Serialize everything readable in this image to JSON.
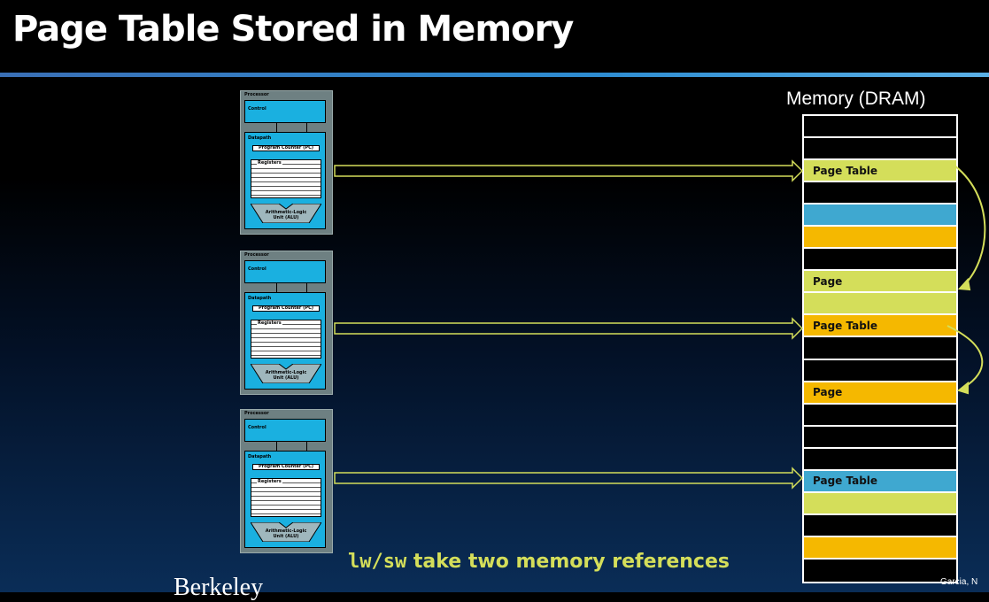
{
  "title": "Page Table Stored in Memory",
  "processor": {
    "label": "Processor",
    "control": "Control",
    "datapath": "Datapath",
    "pc": "Program Counter (PC)",
    "registers": "Registers",
    "alu_line1": "Arithmetic-Logic",
    "alu_line2": "Unit (ALU)"
  },
  "memory": {
    "label": "Memory (DRAM)",
    "rows": [
      {
        "label": "",
        "color": "#000000"
      },
      {
        "label": "",
        "color": "#000000"
      },
      {
        "label": "Page Table",
        "color": "#d4de5a"
      },
      {
        "label": "",
        "color": "#000000"
      },
      {
        "label": "",
        "color": "#3fa8d0"
      },
      {
        "label": "",
        "color": "#f5b800"
      },
      {
        "label": "",
        "color": "#000000"
      },
      {
        "label": "Page",
        "color": "#d4de5a"
      },
      {
        "label": "",
        "color": "#d4de5a"
      },
      {
        "label": "Page Table",
        "color": "#f5b800"
      },
      {
        "label": "",
        "color": "#000000"
      },
      {
        "label": "",
        "color": "#000000"
      },
      {
        "label": "Page",
        "color": "#f5b800"
      },
      {
        "label": "",
        "color": "#000000"
      },
      {
        "label": "",
        "color": "#000000"
      },
      {
        "label": "",
        "color": "#000000"
      },
      {
        "label": "Page Table",
        "color": "#3fa8d0"
      },
      {
        "label": "",
        "color": "#d4de5a"
      },
      {
        "label": "",
        "color": "#000000"
      },
      {
        "label": "",
        "color": "#f5b800"
      },
      {
        "label": "",
        "color": "#000000"
      }
    ]
  },
  "caption": {
    "code": "lw/sw",
    "text": " take two memory references"
  },
  "footer_left": "Berkeley",
  "credit": "Garcia, N"
}
